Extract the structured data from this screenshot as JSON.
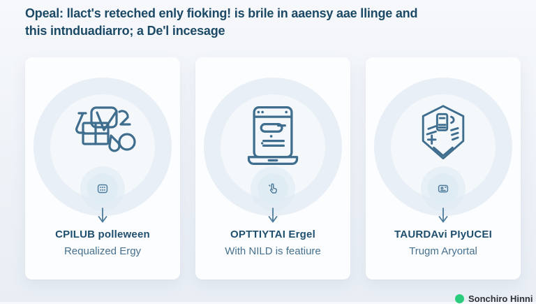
{
  "header": {
    "line1": "Opeal: llact's reteched enly fioking! is brile in aaensy aae llinge and",
    "line2": "this intnduadiarro; a De'l incesage",
    "text_color": "#1c4a66"
  },
  "cards": [
    {
      "icon": "workflow-abstract-icon",
      "badge_icon": "keypad-grid-icon",
      "title": "CPILUB polleween",
      "subtitle": "Requalized Ergy"
    },
    {
      "icon": "laptop-content-icon",
      "badge_icon": "click-hand-icon",
      "title": "OPTTIYTAI Ergel",
      "subtitle": "With NILD is featiure"
    },
    {
      "icon": "shield-badge-icon",
      "badge_icon": "id-card-icon",
      "title": "TAURDAvi PIyUCEI",
      "subtitle": "Trugm Aryortal"
    }
  ],
  "footer": {
    "status_label": "Sonchiro Hinni",
    "status_dot_color": "#2bcd7c"
  },
  "colors": {
    "page_background_top": "#f6f8fb",
    "page_background_bottom": "#e9eef5",
    "card_background": "#fcfdff",
    "icon_stroke": "#3f6d8e",
    "badge_background": "#e0ecf4",
    "arrow": "#4d7b9c",
    "title_text": "#1f4f6e",
    "subtitle_text": "#46718f"
  }
}
